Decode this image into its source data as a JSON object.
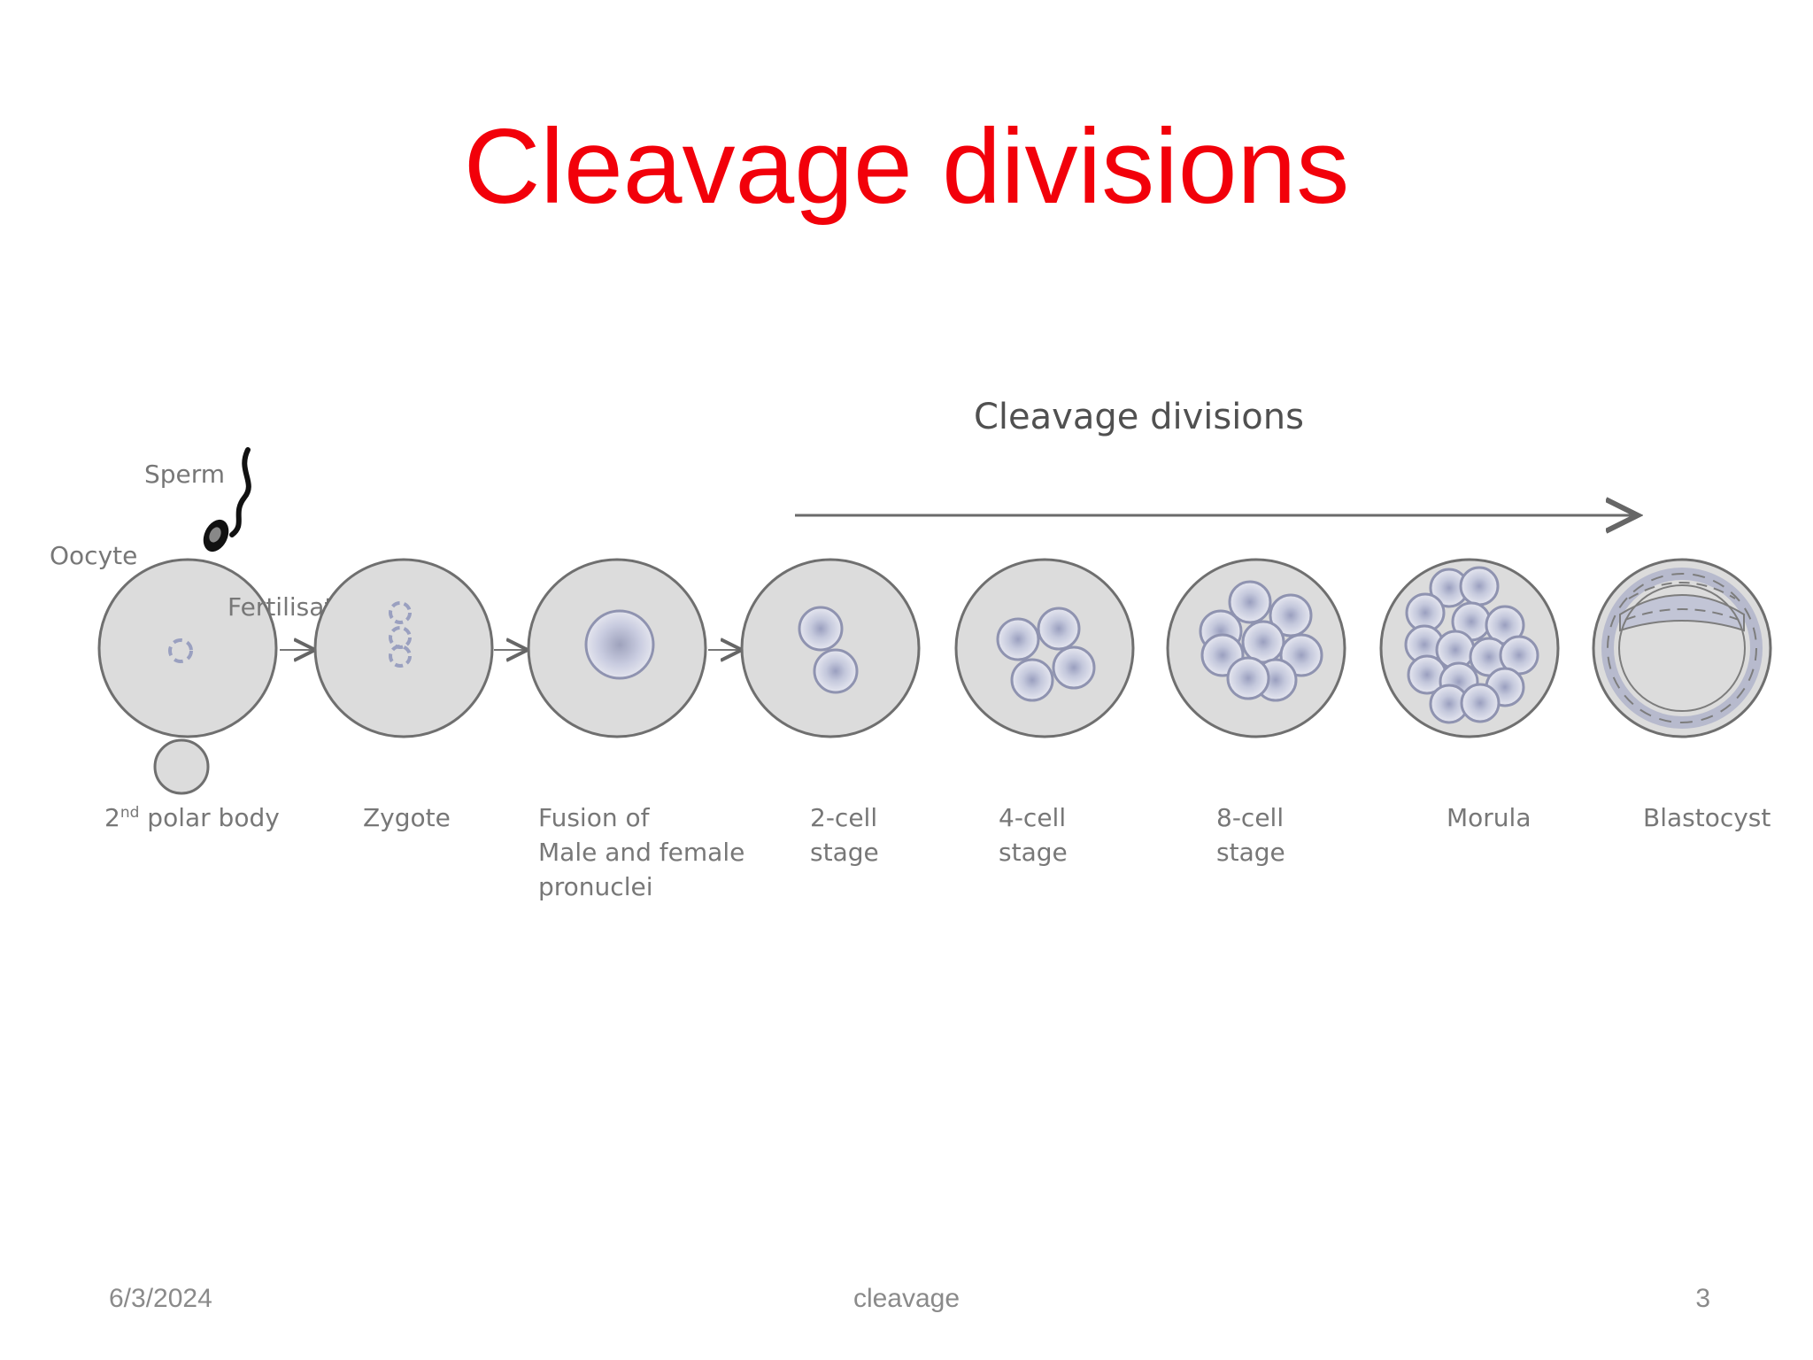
{
  "slide": {
    "title": "Cleavage divisions"
  },
  "diagram": {
    "heading": "Cleavage divisions",
    "labels": {
      "sperm": "Sperm",
      "oocyte": "Oocyte",
      "fertilisation": "Fertilisation"
    },
    "stages": [
      {
        "line1": "2nd polar body",
        "line1_base": "2",
        "line1_sup": "nd",
        "line1_rest": " polar body"
      },
      {
        "line1": "Zygote"
      },
      {
        "line1": "Fusion of",
        "line2": "Male and female",
        "line3": "pronuclei"
      },
      {
        "line1": "2-cell",
        "line2": "stage"
      },
      {
        "line1": "4-cell",
        "line2": "stage"
      },
      {
        "line1": "8-cell",
        "line2": "stage"
      },
      {
        "line1": "Morula"
      },
      {
        "line1": "Blastocyst"
      }
    ]
  },
  "footer": {
    "date": "6/3/2024",
    "center": "cleavage",
    "page": "3"
  },
  "colors": {
    "title": "#f2000a",
    "cell_fill": "#dcdcdc",
    "cell_stroke": "#6f6f6f",
    "blastomere": "#c9ccdf"
  }
}
